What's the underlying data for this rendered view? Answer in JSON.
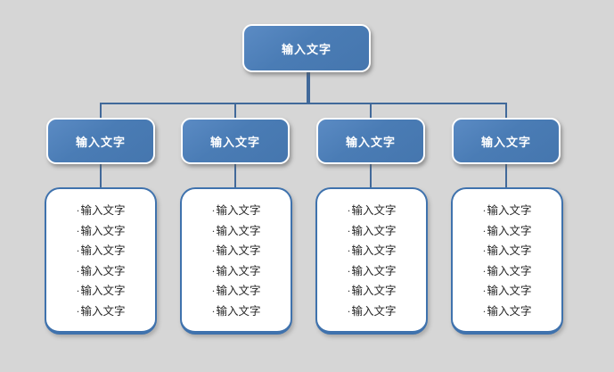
{
  "diagram": {
    "type": "organization-chart",
    "background_color": "#d6d6d6",
    "accent_color": "#4a7cb5",
    "line_color": "#41699a",
    "border_color": "#3f72ad",
    "root": {
      "label": "输入文字"
    },
    "branches": [
      {
        "label": "输入文字",
        "items": [
          {
            "bullet": "·",
            "label": "输入文字"
          },
          {
            "bullet": "·",
            "label": "输入文字"
          },
          {
            "bullet": "·",
            "label": "输入文字"
          },
          {
            "bullet": "·",
            "label": "输入文字"
          },
          {
            "bullet": "·",
            "label": "输入文字"
          },
          {
            "bullet": "·",
            "label": "输入文字"
          }
        ]
      },
      {
        "label": "输入文字",
        "items": [
          {
            "bullet": "·",
            "label": "输入文字"
          },
          {
            "bullet": "·",
            "label": "输入文字"
          },
          {
            "bullet": "·",
            "label": "输入文字"
          },
          {
            "bullet": "·",
            "label": "输入文字"
          },
          {
            "bullet": "·",
            "label": "输入文字"
          },
          {
            "bullet": "·",
            "label": "输入文字"
          }
        ]
      },
      {
        "label": "输入文字",
        "items": [
          {
            "bullet": "·",
            "label": "输入文字"
          },
          {
            "bullet": "·",
            "label": "输入文字"
          },
          {
            "bullet": "·",
            "label": "输入文字"
          },
          {
            "bullet": "·",
            "label": "输入文字"
          },
          {
            "bullet": "·",
            "label": "输入文字"
          },
          {
            "bullet": "·",
            "label": "输入文字"
          }
        ]
      },
      {
        "label": "输入文字",
        "items": [
          {
            "bullet": "·",
            "label": "输入文字"
          },
          {
            "bullet": "·",
            "label": "输入文字"
          },
          {
            "bullet": "·",
            "label": "输入文字"
          },
          {
            "bullet": "·",
            "label": "输入文字"
          },
          {
            "bullet": "·",
            "label": "输入文字"
          },
          {
            "bullet": "·",
            "label": "输入文字"
          }
        ]
      }
    ]
  }
}
